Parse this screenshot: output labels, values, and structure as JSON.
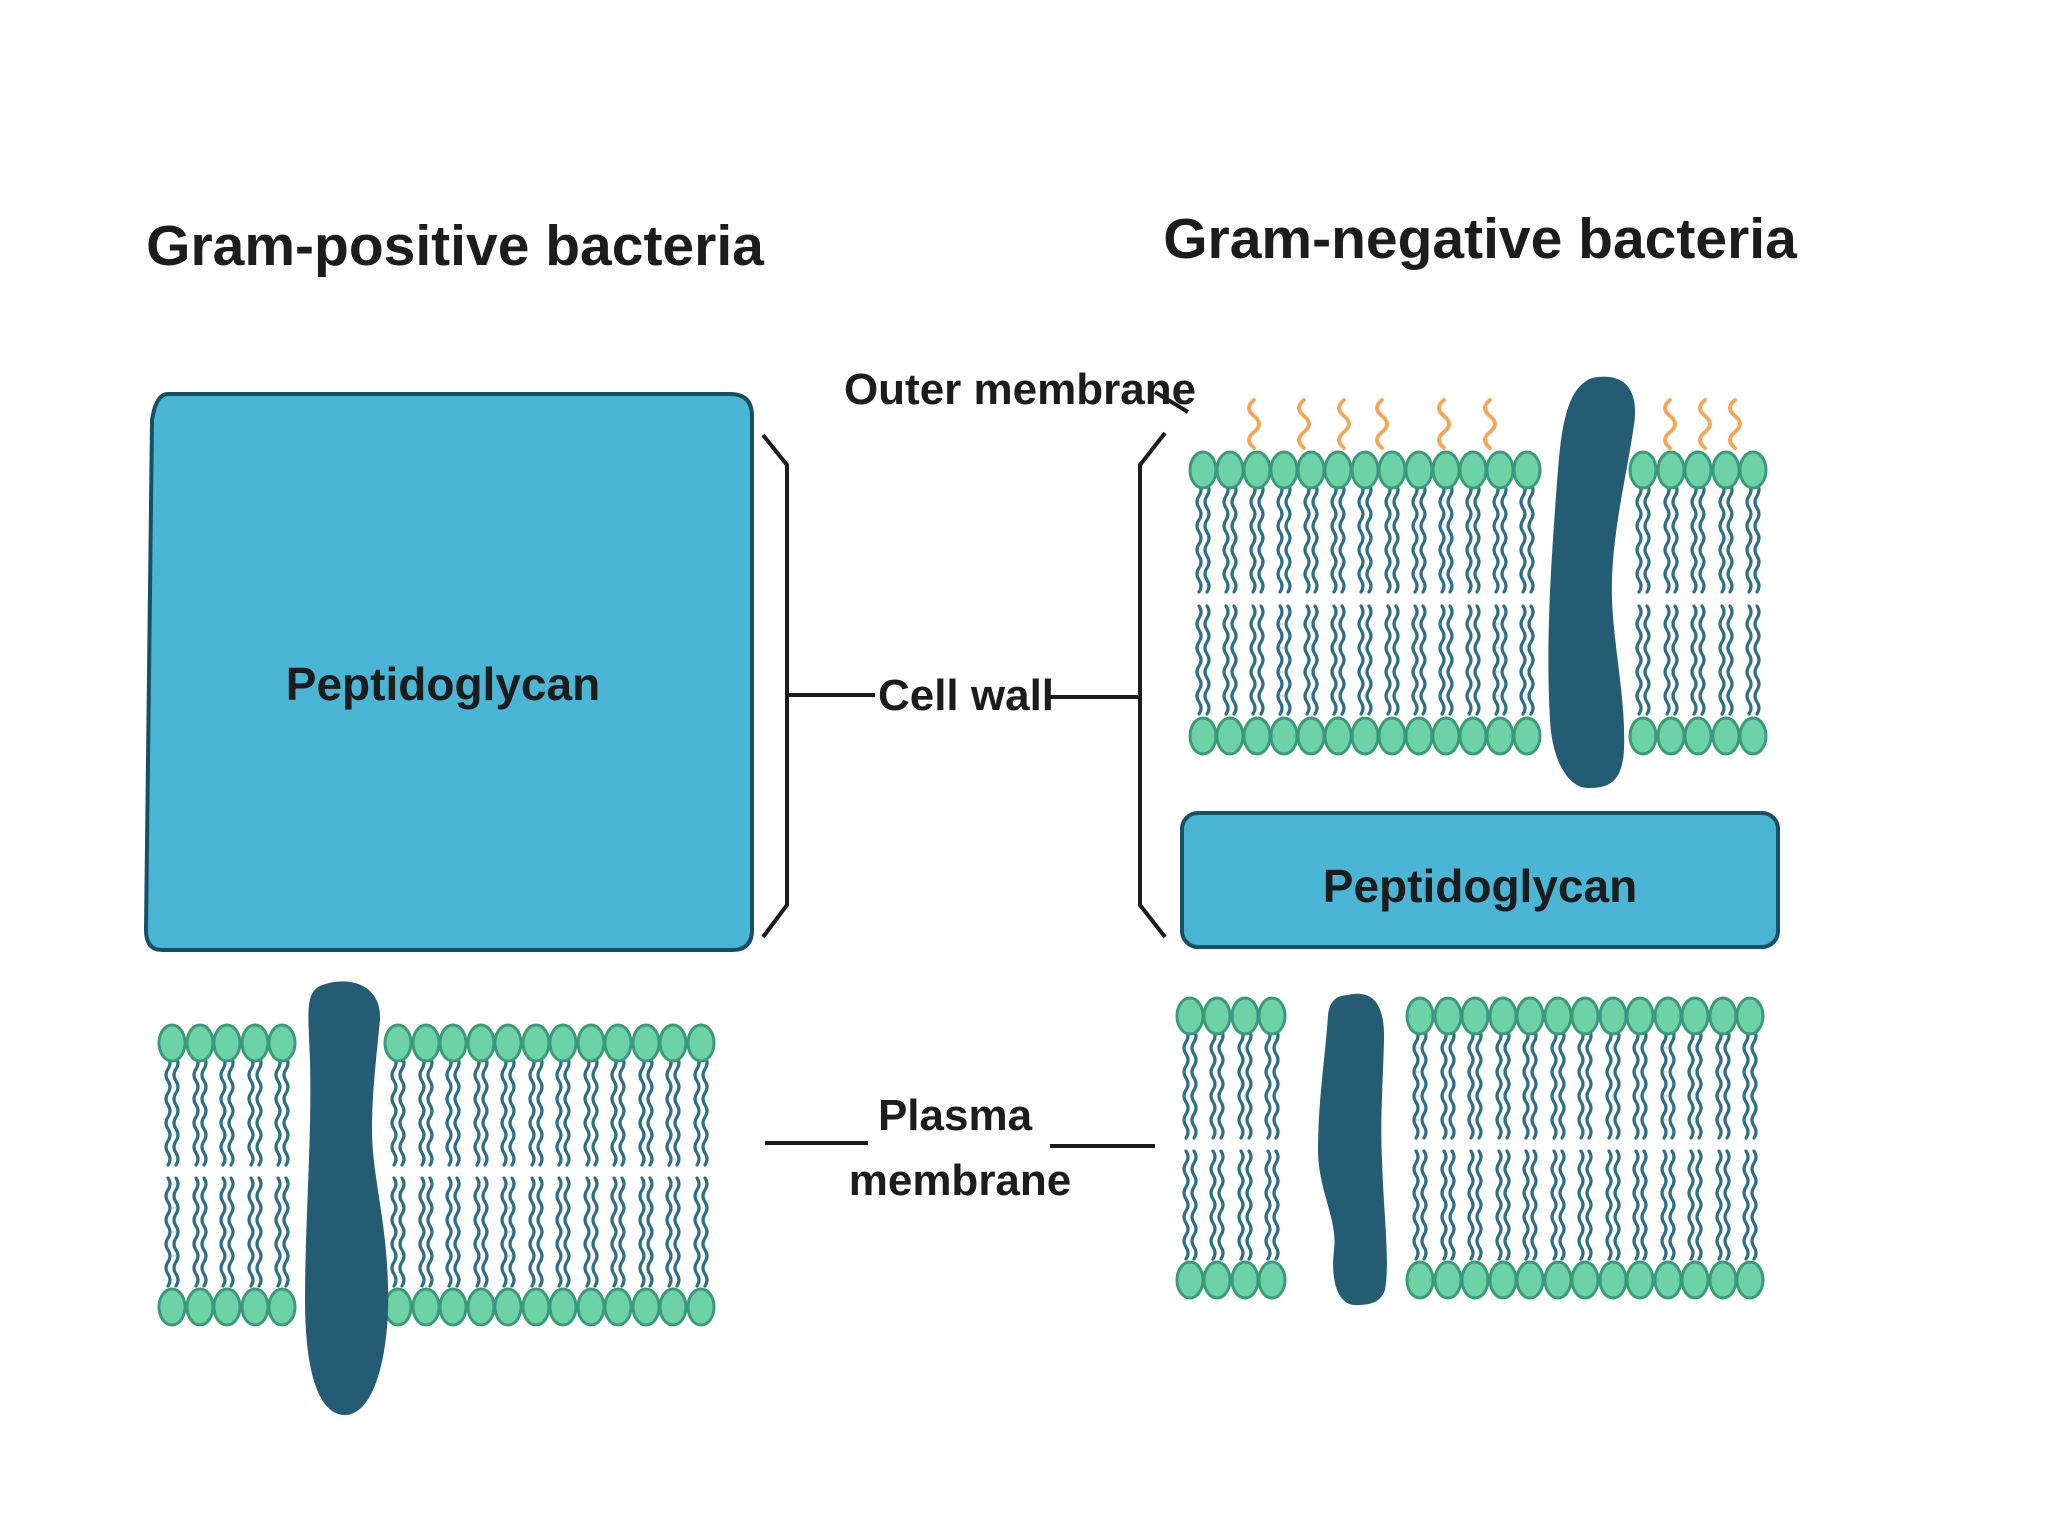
{
  "titles": {
    "gram_positive": "Gram-positive bacteria",
    "gram_negative": "Gram-negative bacteria"
  },
  "labels": {
    "outer_membrane": "Outer membrane",
    "cell_wall": "Cell wall",
    "plasma_membrane_line1": "Plasma",
    "plasma_membrane_line2": "membrane"
  },
  "peptidoglycan": {
    "gram_positive": "Peptidoglycan",
    "gram_negative": "Peptidoglycan"
  },
  "colors": {
    "peptidoglycan_fill": "#4bb5d6",
    "protein": "#245d73",
    "lipid_head": "#6dd3a6",
    "lipid_tail": "#2f6f86",
    "lps_sugar": "#f2a85a",
    "text": "#1c1c1c"
  }
}
